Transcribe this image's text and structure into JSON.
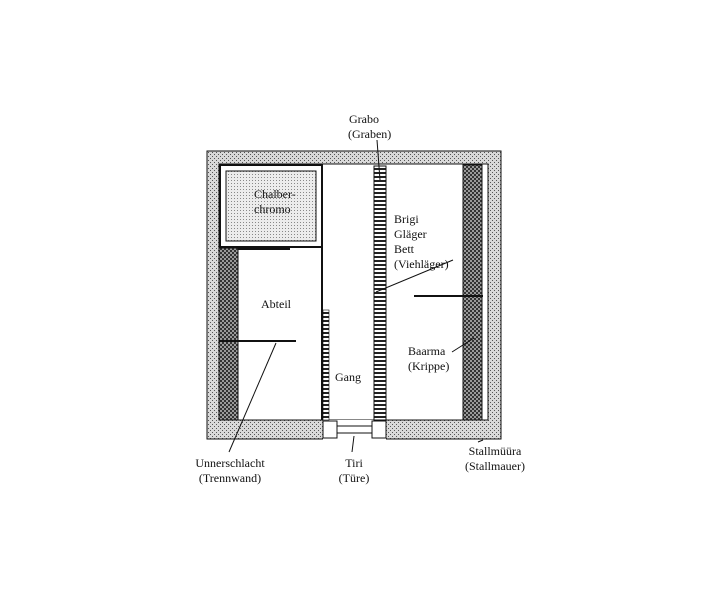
{
  "labels": {
    "grabo": "Grabo",
    "graben": "(Graben)",
    "chalber_line1": "Chalber-",
    "chalber_line2": "chromo",
    "brigi_line1": "Brigi",
    "brigi_line2": "Gläger",
    "brigi_line3": "Bett",
    "brigi_line4": "(Viehläger)",
    "abteil": "Abteil",
    "baarma": "Baarma",
    "krippe": "(Krippe)",
    "gang": "Gang",
    "unnerschlacht": "Unnerschlacht",
    "trennwand": "(Trennwand)",
    "tiri": "Tiri",
    "tuere": "(Türe)",
    "stallmuura": "Stallmüüra",
    "stallmauer": "(Stallmauer)"
  },
  "colors": {
    "line": "#111111",
    "wall_fill": "#c8c8c8",
    "background": "#ffffff"
  }
}
